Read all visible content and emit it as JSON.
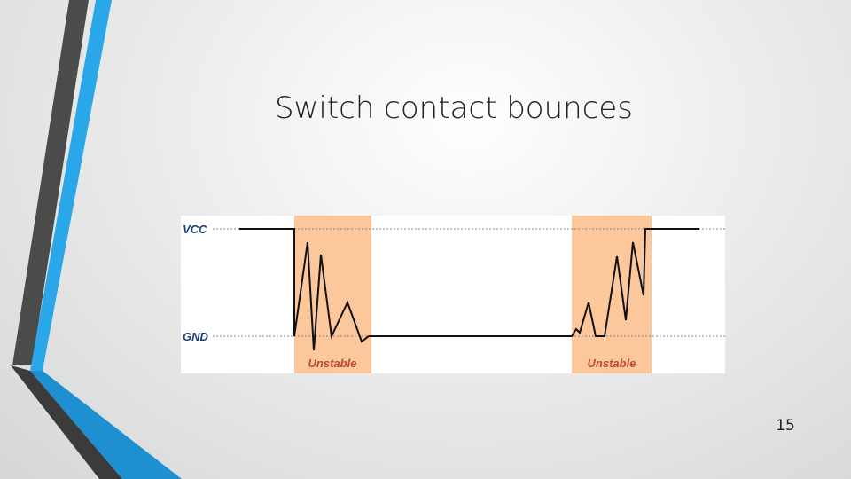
{
  "slide": {
    "title": "Switch contact bounces",
    "page_number": "15"
  },
  "diagram": {
    "labels": {
      "vcc": "VCC",
      "gnd": "GND",
      "unstable_left": "Unstable",
      "unstable_right": "Unstable"
    },
    "colors": {
      "unstable_fill": "#fbc79b",
      "unstable_text": "#c24a2a",
      "rail_text": "#1f3f7a",
      "signal": "#111111",
      "accent_blue": "#2aa7e8",
      "accent_gray": "#4b4b4b"
    }
  }
}
